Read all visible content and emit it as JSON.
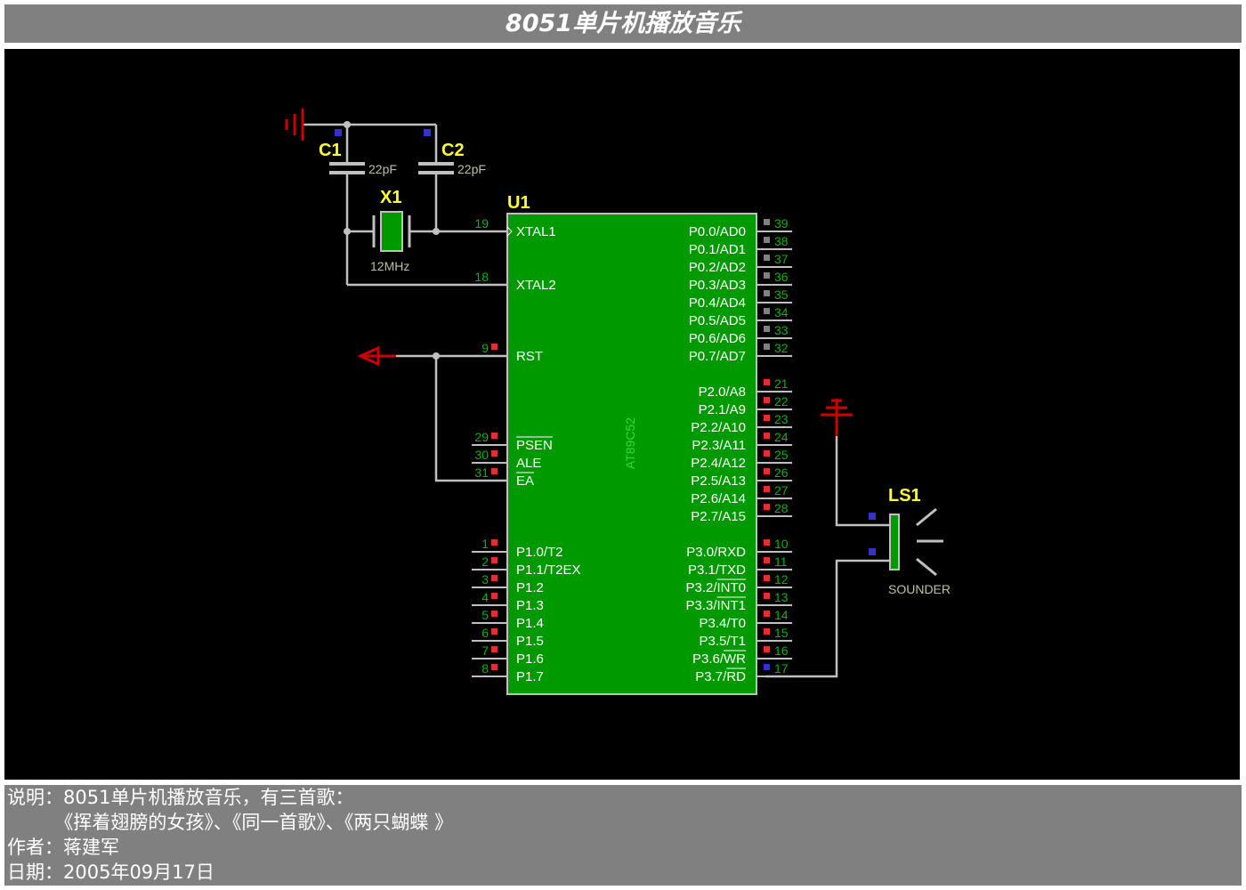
{
  "title": "8051单片机播放音乐",
  "colors": {
    "background": "#000000",
    "chip_fill": "#009900",
    "wire": "#c0c0c0",
    "label": "#ffff33",
    "power_symbol": "#cc0000",
    "pin_marker_red": "#e03030",
    "pin_marker_blue": "#3333cc",
    "pin_marker_gray": "#808080"
  },
  "components": {
    "c1": {
      "ref": "C1",
      "value": "22pF"
    },
    "c2": {
      "ref": "C2",
      "value": "22pF"
    },
    "x1": {
      "ref": "X1",
      "value": "12MHz"
    },
    "u1": {
      "ref": "U1",
      "part": "AT89C52"
    },
    "ls1": {
      "ref": "LS1",
      "value": "SOUNDER"
    }
  },
  "u1_left_pins": [
    {
      "num": "19",
      "name": "XTAL1",
      "marker": "none"
    },
    {
      "num": "18",
      "name": "XTAL2",
      "marker": "none"
    },
    {
      "num": "9",
      "name": "RST",
      "marker": "red"
    },
    {
      "num": "29",
      "name": "PSEN",
      "marker": "red",
      "overbar": true
    },
    {
      "num": "30",
      "name": "ALE",
      "marker": "red"
    },
    {
      "num": "31",
      "name": "EA",
      "marker": "red",
      "overbar": true
    },
    {
      "num": "1",
      "name": "P1.0/T2",
      "marker": "red"
    },
    {
      "num": "2",
      "name": "P1.1/T2EX",
      "marker": "red"
    },
    {
      "num": "3",
      "name": "P1.2",
      "marker": "red"
    },
    {
      "num": "4",
      "name": "P1.3",
      "marker": "red"
    },
    {
      "num": "5",
      "name": "P1.4",
      "marker": "red"
    },
    {
      "num": "6",
      "name": "P1.5",
      "marker": "red"
    },
    {
      "num": "7",
      "name": "P1.6",
      "marker": "red"
    },
    {
      "num": "8",
      "name": "P1.7",
      "marker": "red"
    }
  ],
  "u1_right_pins": [
    {
      "num": "39",
      "name": "P0.0/AD0",
      "marker": "gray"
    },
    {
      "num": "38",
      "name": "P0.1/AD1",
      "marker": "gray"
    },
    {
      "num": "37",
      "name": "P0.2/AD2",
      "marker": "gray"
    },
    {
      "num": "36",
      "name": "P0.3/AD3",
      "marker": "gray"
    },
    {
      "num": "35",
      "name": "P0.4/AD4",
      "marker": "gray"
    },
    {
      "num": "34",
      "name": "P0.5/AD5",
      "marker": "gray"
    },
    {
      "num": "33",
      "name": "P0.6/AD6",
      "marker": "gray"
    },
    {
      "num": "32",
      "name": "P0.7/AD7",
      "marker": "gray"
    },
    {
      "num": "21",
      "name": "P2.0/A8",
      "marker": "red"
    },
    {
      "num": "22",
      "name": "P2.1/A9",
      "marker": "red"
    },
    {
      "num": "23",
      "name": "P2.2/A10",
      "marker": "red"
    },
    {
      "num": "24",
      "name": "P2.3/A11",
      "marker": "red"
    },
    {
      "num": "25",
      "name": "P2.4/A12",
      "marker": "red"
    },
    {
      "num": "26",
      "name": "P2.5/A13",
      "marker": "red"
    },
    {
      "num": "27",
      "name": "P2.6/A14",
      "marker": "red"
    },
    {
      "num": "28",
      "name": "P2.7/A15",
      "marker": "red"
    },
    {
      "num": "10",
      "name": "P3.0/RXD",
      "marker": "red"
    },
    {
      "num": "11",
      "name": "P3.1/TXD",
      "marker": "red"
    },
    {
      "num": "12",
      "name": "P3.2/INT0",
      "marker": "red",
      "overbar_part": "INT0"
    },
    {
      "num": "13",
      "name": "P3.3/INT1",
      "marker": "red",
      "overbar_part": "INT1"
    },
    {
      "num": "14",
      "name": "P3.4/T0",
      "marker": "red"
    },
    {
      "num": "15",
      "name": "P3.5/T1",
      "marker": "red"
    },
    {
      "num": "16",
      "name": "P3.6/WR",
      "marker": "red",
      "overbar_part": "WR"
    },
    {
      "num": "17",
      "name": "P3.7/RD",
      "marker": "blue",
      "overbar_part": "RD"
    }
  ],
  "description": {
    "line1": "说明：8051单片机播放音乐，有三首歌：",
    "line2": "        《挥着翅膀的女孩》、《同一首歌》、《两只蝴蝶 》",
    "line3": "作者：蒋建军",
    "line4": "日期：2005年09月17日"
  }
}
